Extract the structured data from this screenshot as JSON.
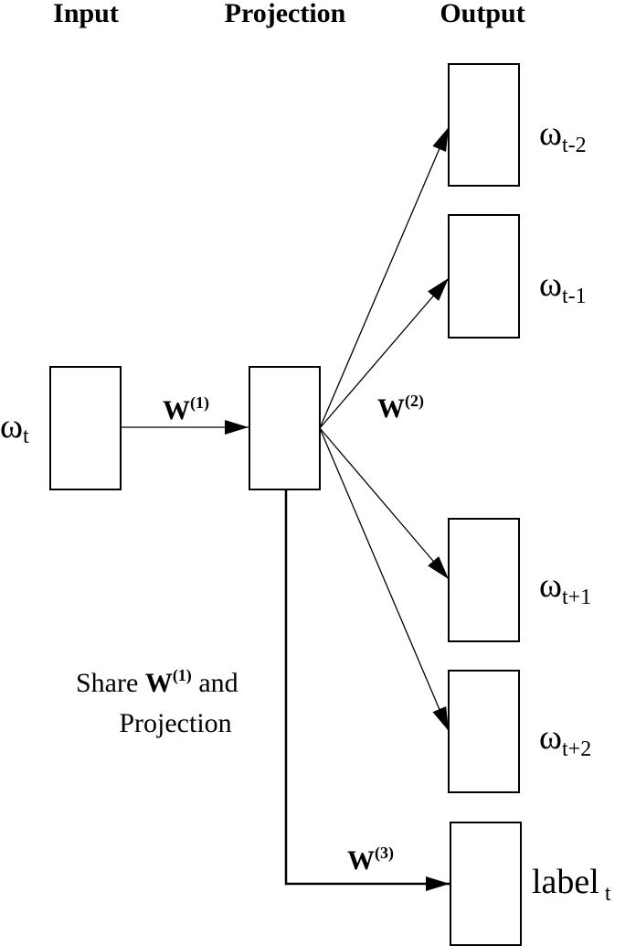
{
  "headers": {
    "input": "Input",
    "projection": "Projection",
    "output": "Output"
  },
  "input_label": {
    "symbol": "ω",
    "subscript": "t"
  },
  "weights": {
    "w1": {
      "base": "W",
      "sup": "(1)"
    },
    "w2": {
      "base": "W",
      "sup": "(2)"
    },
    "w3": {
      "base": "W",
      "sup": "(3)"
    }
  },
  "outputs": [
    {
      "symbol": "ω",
      "subscript": "t-2"
    },
    {
      "symbol": "ω",
      "subscript": "t-1"
    },
    {
      "symbol": "ω",
      "subscript": "t+1"
    },
    {
      "symbol": "ω",
      "subscript": "t+2"
    }
  ],
  "label_output": {
    "text": "label",
    "subscript": "t"
  },
  "share_note": {
    "line1_prefix": "Share ",
    "line1_w": "W",
    "line1_sup": "(1)",
    "line1_suffix": " and",
    "line2": "Projection"
  }
}
